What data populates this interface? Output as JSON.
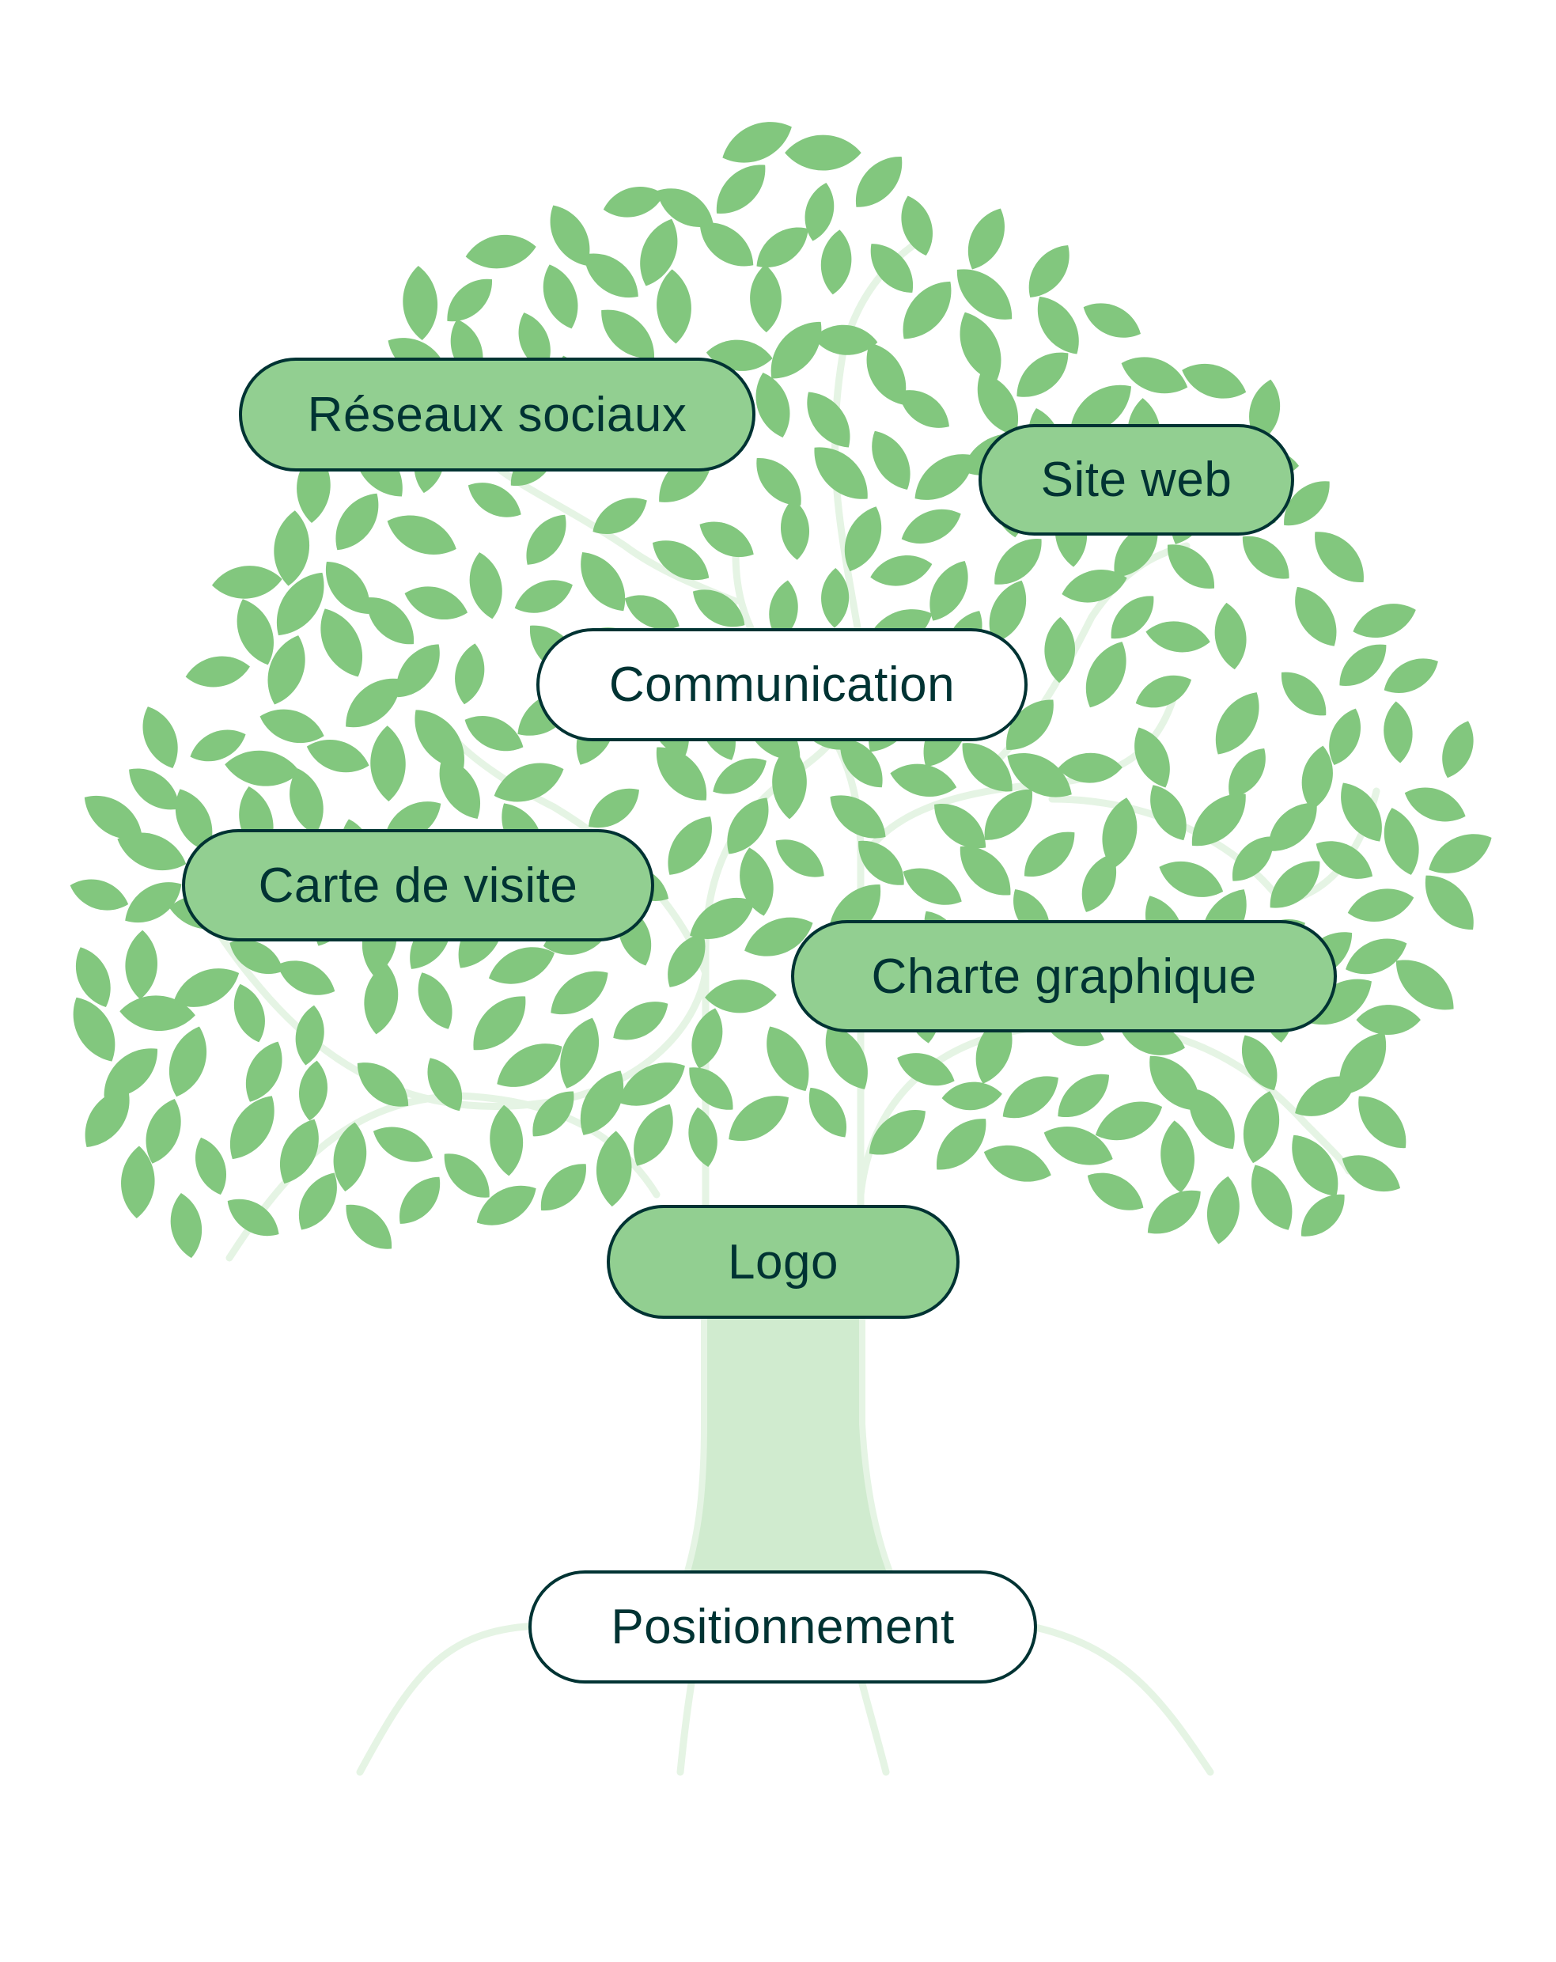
{
  "diagram": {
    "type": "brand-tree",
    "colors": {
      "leaf": "#82c77e",
      "branch": "#e5f4e4",
      "trunk": "#d0ebcf",
      "pill_filled": "#92cf91",
      "pill_outline_fill": "#ffffff",
      "pill_border": "#003333",
      "text": "#003333"
    },
    "nodes": {
      "reseaux_sociaux": {
        "label": "Réseaux sociaux",
        "style": "filled",
        "level": "leaf-branch"
      },
      "site_web": {
        "label": "Site web",
        "style": "filled",
        "level": "leaf-branch"
      },
      "communication": {
        "label": "Communication",
        "style": "outline",
        "level": "crown"
      },
      "carte_de_visite": {
        "label": "Carte de visite",
        "style": "filled",
        "level": "leaf-branch"
      },
      "charte_graphique": {
        "label": "Charte graphique",
        "style": "filled",
        "level": "leaf-branch"
      },
      "logo": {
        "label": "Logo",
        "style": "filled",
        "level": "trunk"
      },
      "positionnement": {
        "label": "Positionnement",
        "style": "outline",
        "level": "roots"
      }
    }
  }
}
